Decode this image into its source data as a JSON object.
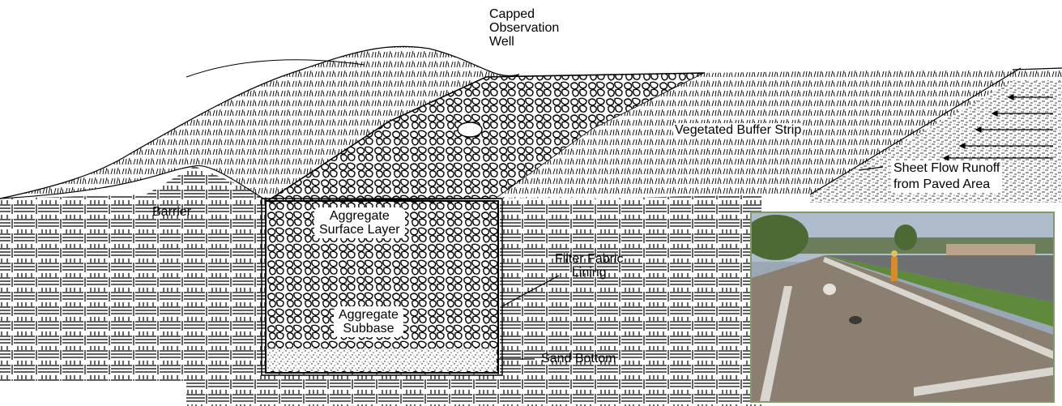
{
  "labels": {
    "capped_well": "Capped\nObservation\nWell",
    "barrier": "Barrier",
    "vegetated_buffer": "Vegetated Buffer Strip",
    "sheet_flow": "Sheet Flow Runoff\nfrom Paved Area",
    "aggregate_surface": "Aggregate\nSurface Layer",
    "aggregate_subbase": "Aggregate\nSubbase",
    "filter_fabric": "Filter Fabric\nLining",
    "sand_bottom": "Sand Bottom"
  },
  "colors": {
    "ink": "#000000",
    "photo_border": "#7f9b6e",
    "photo_sky": "#aebccb",
    "photo_gravel": "#8b7f72",
    "photo_grass": "#5f8a3c",
    "photo_curb": "#d9d6cf"
  },
  "photo": {
    "icon": "photo-of-infiltration-trench",
    "alt": "photograph of constructed infiltration trench"
  }
}
